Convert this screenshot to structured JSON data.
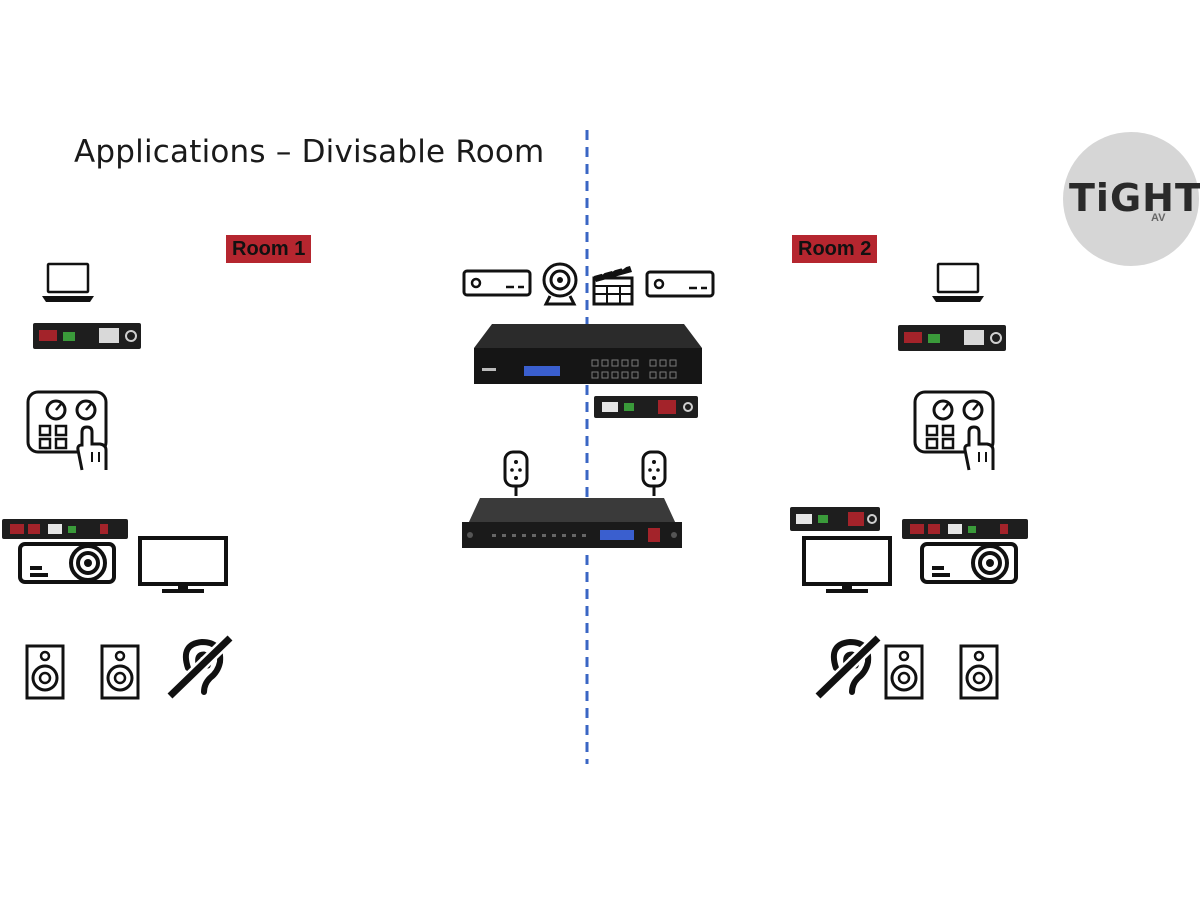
{
  "title": "Applications – Divisable Room",
  "rooms": [
    {
      "label": "Room 1"
    },
    {
      "label": "Room 2"
    }
  ],
  "logo": {
    "main": "TiGHT",
    "sub": "AV"
  },
  "colors": {
    "room_label_bg": "#b5262f",
    "divider": "#3a66c4",
    "device_body": "#1e1e1e",
    "device_accent_red": "#a3232a",
    "device_accent_green": "#3a9a3a",
    "lcd_blue": "#3a5fcf",
    "logo_bg": "#d6d6d6"
  },
  "icons": [
    "laptop-icon",
    "hdbaset-receiver-icon",
    "touch-panel-icon",
    "projector-icon",
    "tv-display-icon",
    "speaker-icon",
    "hearing-loop-icon",
    "media-player-icon",
    "webcam-icon",
    "clapperboard-icon",
    "matrix-switcher-icon",
    "microphone-icon",
    "audio-processor-icon"
  ]
}
